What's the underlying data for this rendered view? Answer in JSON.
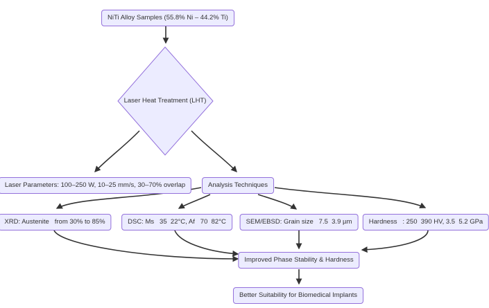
{
  "diagram": {
    "type": "flowchart",
    "nodes": {
      "niti": {
        "label": "NiTi Alloy Samples (55.8% Ni – 44.2% Ti)",
        "shape": "rounded-rect"
      },
      "lht": {
        "label": "Laser Heat Treatment (LHT)",
        "shape": "diamond"
      },
      "laser_params": {
        "label": "Laser Parameters: 100–250 W, 10–25 mm/s, 30–70% overlap",
        "shape": "rounded-rect"
      },
      "analysis": {
        "label": "Analysis Techniques",
        "shape": "rounded-rect"
      },
      "xrd": {
        "label": "XRD: Austenite   from 30% to 85%",
        "shape": "rounded-rect"
      },
      "dsc": {
        "label": "DSC: Ms   35  22°C, Af   70  82°C",
        "shape": "rounded-rect"
      },
      "sem": {
        "label": "SEM/EBSD: Grain size   7.5  3.9 µm",
        "shape": "rounded-rect"
      },
      "hardness": {
        "label": "Hardness   : 250  390 HV, 3.5  5.2 GPa",
        "shape": "rounded-rect"
      },
      "improved": {
        "label": "Improved Phase Stability & Hardness",
        "shape": "rounded-rect"
      },
      "better": {
        "label": "Better Suitability for Biomedical Implants",
        "shape": "rounded-rect"
      }
    },
    "edges": [
      {
        "from": "niti",
        "to": "lht"
      },
      {
        "from": "lht",
        "to": "laser_params"
      },
      {
        "from": "lht",
        "to": "analysis"
      },
      {
        "from": "analysis",
        "to": "xrd"
      },
      {
        "from": "analysis",
        "to": "dsc"
      },
      {
        "from": "analysis",
        "to": "sem"
      },
      {
        "from": "analysis",
        "to": "hardness"
      },
      {
        "from": "xrd",
        "to": "improved"
      },
      {
        "from": "dsc",
        "to": "improved"
      },
      {
        "from": "sem",
        "to": "improved"
      },
      {
        "from": "hardness",
        "to": "improved"
      },
      {
        "from": "improved",
        "to": "better"
      }
    ]
  },
  "colors": {
    "node_fill": "#ECECFF",
    "node_border": "#9370DB",
    "edge_color": "#333333",
    "text_color": "#333333",
    "bg_color": "#FFFFFF"
  }
}
